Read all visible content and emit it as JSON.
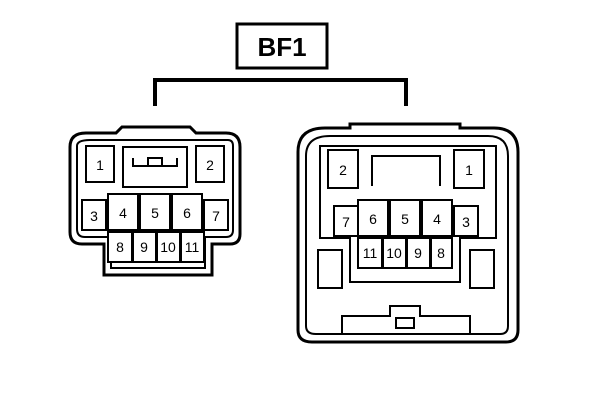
{
  "title": "BF1",
  "connectors": [
    {
      "id": "left",
      "pins": [
        "1",
        "2",
        "3",
        "4",
        "5",
        "6",
        "7",
        "8",
        "9",
        "10",
        "11"
      ]
    },
    {
      "id": "right",
      "pins": [
        "2",
        "1",
        "7",
        "6",
        "5",
        "4",
        "3",
        "11",
        "10",
        "9",
        "8"
      ]
    }
  ]
}
